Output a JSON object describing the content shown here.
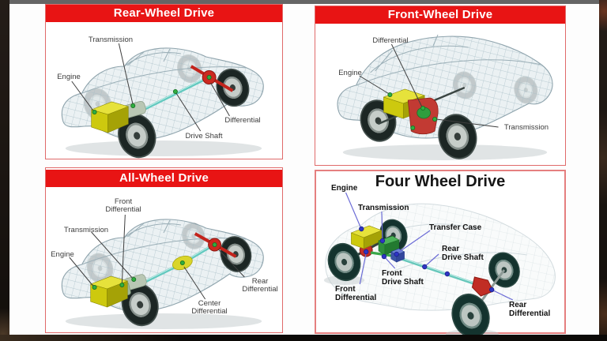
{
  "frame": {
    "background_theme": "dark-wood-video-frame"
  },
  "colors": {
    "header_red": "#e81414",
    "panel_border": "#e06a6a",
    "header_text": "#ffffff",
    "label_text": "#3c3c3c",
    "label_text_bold": "#111111",
    "engine_yellow": "#cdc90e",
    "differential_red": "#c3241c",
    "drive_shaft_teal": "#62c9bf",
    "transmission_green": "#3aa84a",
    "transfer_case_blue": "#4a66c0",
    "marker_green": "#2fae3f",
    "marker_blue": "#2e35c4"
  },
  "panels": {
    "rwd": {
      "title": "Rear-Wheel Drive",
      "labels": {
        "transmission": "Transmission",
        "engine": "Engine",
        "differential": "Differential",
        "drive_shaft": "Drive Shaft"
      }
    },
    "fwd": {
      "title": "Front-Wheel Drive",
      "labels": {
        "differential": "Differential",
        "engine": "Engine",
        "transmission": "Transmission"
      }
    },
    "awd": {
      "title": "All-Wheel Drive",
      "labels": {
        "front_differential": "Front\nDifferential",
        "transmission": "Transmission",
        "engine": "Engine",
        "center_differential": "Center\nDifferential",
        "rear_differential": "Rear\nDifferential"
      }
    },
    "fourwd": {
      "title": "Four Wheel Drive",
      "labels": {
        "engine": "Engine",
        "transmission": "Transmission",
        "transfer_case": "Transfer Case",
        "rear_drive_shaft": "Rear\nDrive Shaft",
        "front_drive_shaft": "Front\nDrive Shaft",
        "front_differential": "Front\nDifferential",
        "rear_differential": "Rear\nDifferential"
      }
    }
  }
}
